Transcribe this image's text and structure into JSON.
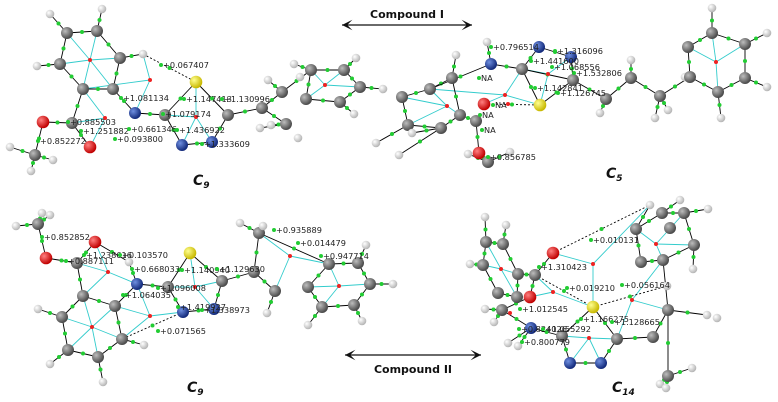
{
  "compound_labels": {
    "compound_1": "Compound I",
    "compound_2": "Compound II"
  },
  "panels": [
    {
      "id": "top-left",
      "compound": "Compound I",
      "cluster": {
        "letter": "C",
        "subscript": "9"
      },
      "bcp_values": [
        "+0.067407",
        "+1.081134",
        "+1.147413",
        "+1.130996",
        "+1.079174",
        "+0.885503",
        "+1.251882",
        "+0.661346",
        "+0.093800",
        "+1.436922",
        "+0.852272",
        "+1.333609"
      ]
    },
    {
      "id": "top-right",
      "compound": "Compound I",
      "cluster": {
        "letter": "C",
        "subscript": "5"
      },
      "bcp_values": [
        "+0.796514",
        "+1.316096",
        "+1.441600",
        "+1.068556",
        "+1.532806",
        "+1.142841",
        "+1.126745",
        "NA",
        "NA",
        "NA",
        "NA",
        "+0.856785"
      ]
    },
    {
      "id": "bottom-left",
      "compound": "Compound II",
      "cluster": {
        "letter": "C",
        "subscript": "9"
      },
      "bcp_values": [
        "+0.852852",
        "+1.238616",
        "+0.103570",
        "+0.887111",
        "+0.668033",
        "+1.140940",
        "+1.129630",
        "+1.096008",
        "+1.064035",
        "+1.419927",
        "+1.338973",
        "+0.071565",
        "+0.935889",
        "+0.014479",
        "+0.947714"
      ]
    },
    {
      "id": "bottom-right",
      "compound": "Compound II",
      "cluster": {
        "letter": "C",
        "subscript": "14"
      },
      "bcp_values": [
        "+0.010131",
        "+1.310423",
        "+0.019210",
        "+0.056164",
        "+1.012545",
        "+1.166275",
        "+1.128665",
        "+0.824026",
        "+1.055292",
        "+0.800779"
      ]
    }
  ],
  "colors": {
    "carbon": "#6b6b6b",
    "hydrogen": "#e6e6e6",
    "oxygen": "#e00000",
    "nitrogen": "#1f3fa6",
    "sulfur": "#f0e000",
    "bond_path": "#000000",
    "ring_path": "#33cccc",
    "bcp": "#22cc33",
    "rcp": "#ee2222"
  }
}
